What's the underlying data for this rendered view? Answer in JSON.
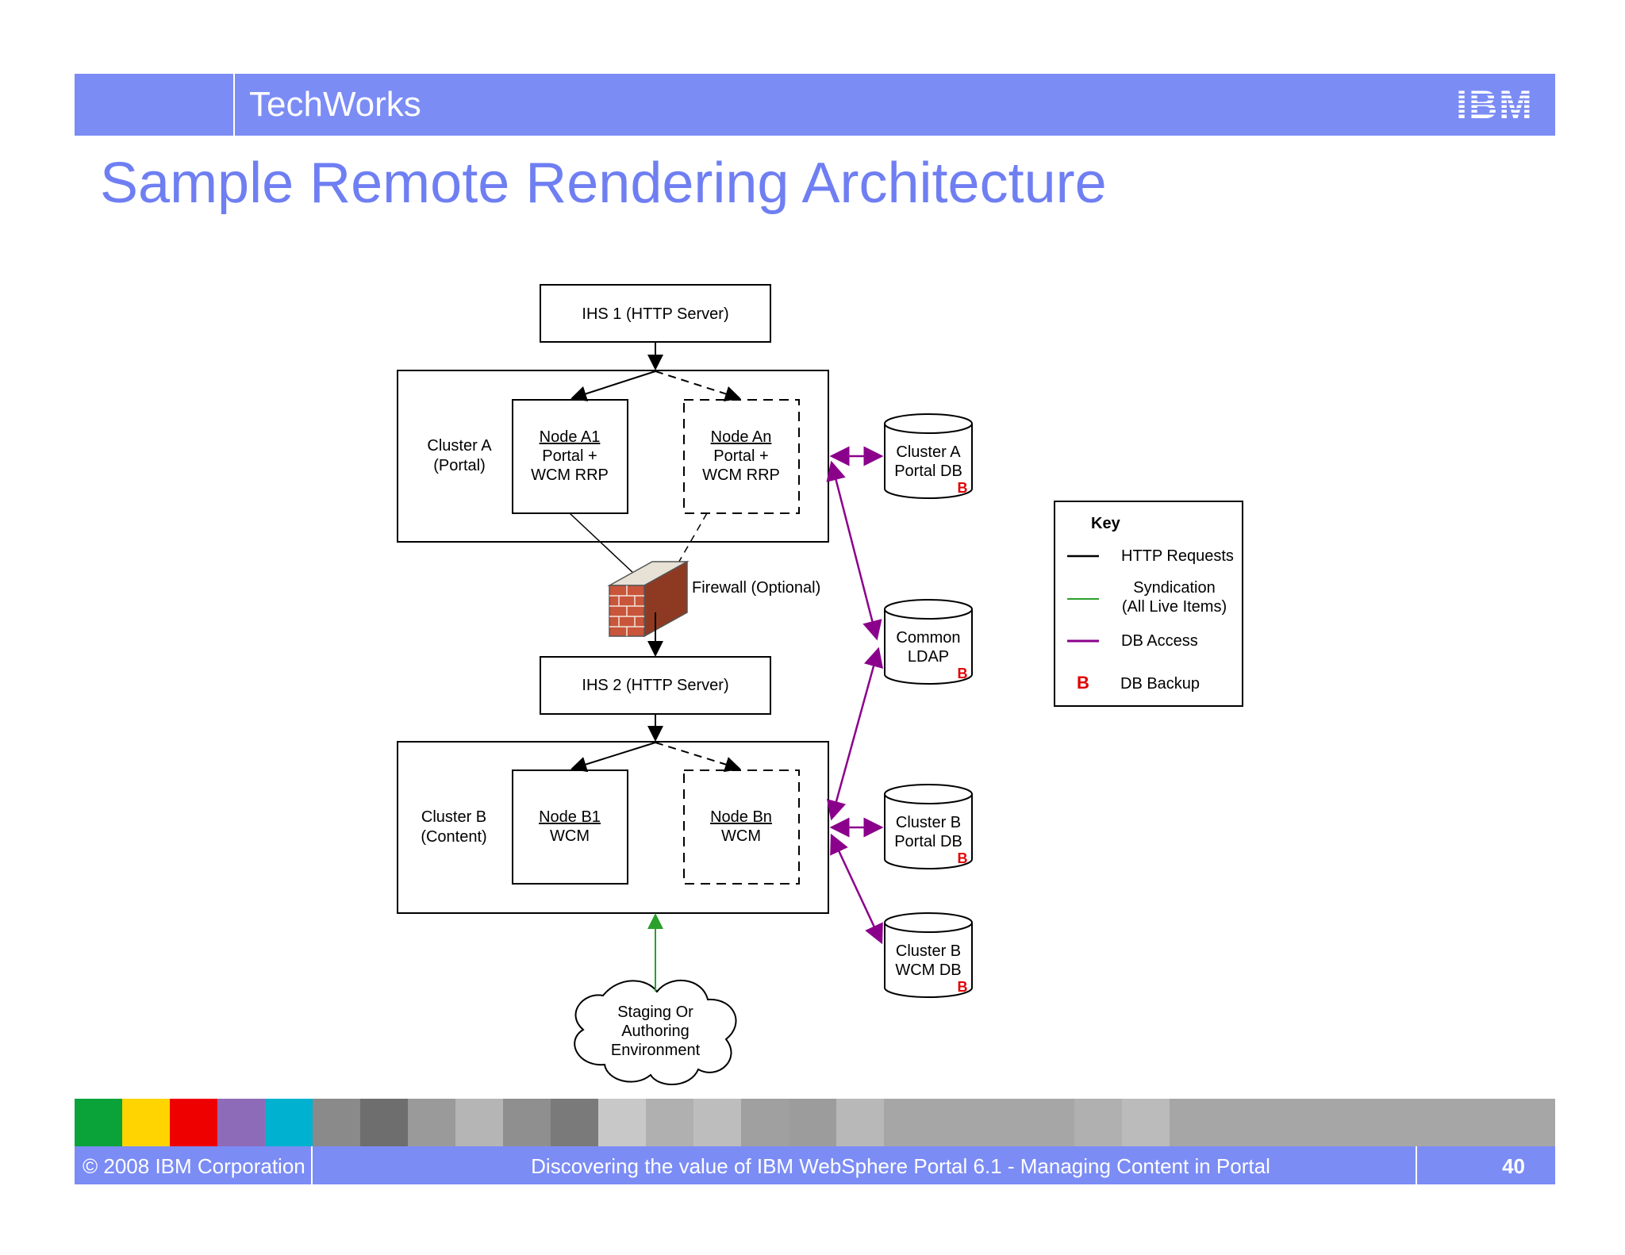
{
  "header": {
    "brand": "TechWorks",
    "logo_text": "IBM",
    "color": "#7b8cf5"
  },
  "slide": {
    "title": "Sample Remote Rendering Architecture"
  },
  "diagram": {
    "ihs1": "IHS 1 (HTTP Server)",
    "ihs2": "IHS 2 (HTTP Server)",
    "cluster_a": [
      "Cluster A",
      "(Portal)"
    ],
    "cluster_b": [
      "Cluster B",
      "(Content)"
    ],
    "node_a1": [
      "Node A1",
      "Portal +",
      "WCM RRP"
    ],
    "node_an": [
      "Node An",
      "Portal +",
      "WCM RRP"
    ],
    "node_b1": [
      "Node B1",
      "WCM"
    ],
    "node_bn": [
      "Node Bn",
      "WCM"
    ],
    "firewall": "Firewall (Optional)",
    "db_a_portal": [
      "Cluster A",
      "Portal DB"
    ],
    "db_ldap": [
      "Common",
      "LDAP"
    ],
    "db_b_portal": [
      "Cluster B",
      "Portal DB"
    ],
    "db_b_wcm": [
      "Cluster B",
      "WCM DB"
    ],
    "backup_marker": "B",
    "staging": [
      "Staging Or",
      "Authoring",
      "Environment"
    ],
    "key": {
      "title": "Key",
      "http": "HTTP Requests",
      "syndication": [
        "Syndication",
        "(All Live Items)"
      ],
      "db_access": "DB Access",
      "backup_symbol": "B",
      "backup": "DB Backup"
    },
    "colors": {
      "http": "#000000",
      "syndication": "#2ca02c",
      "db_access": "#8b008b",
      "backup": "#e00000"
    }
  },
  "footer": {
    "copyright": "© 2008 IBM Corporation",
    "title": "Discovering the value of IBM WebSphere Portal 6.1 - Managing Content in Portal",
    "page": "40"
  }
}
